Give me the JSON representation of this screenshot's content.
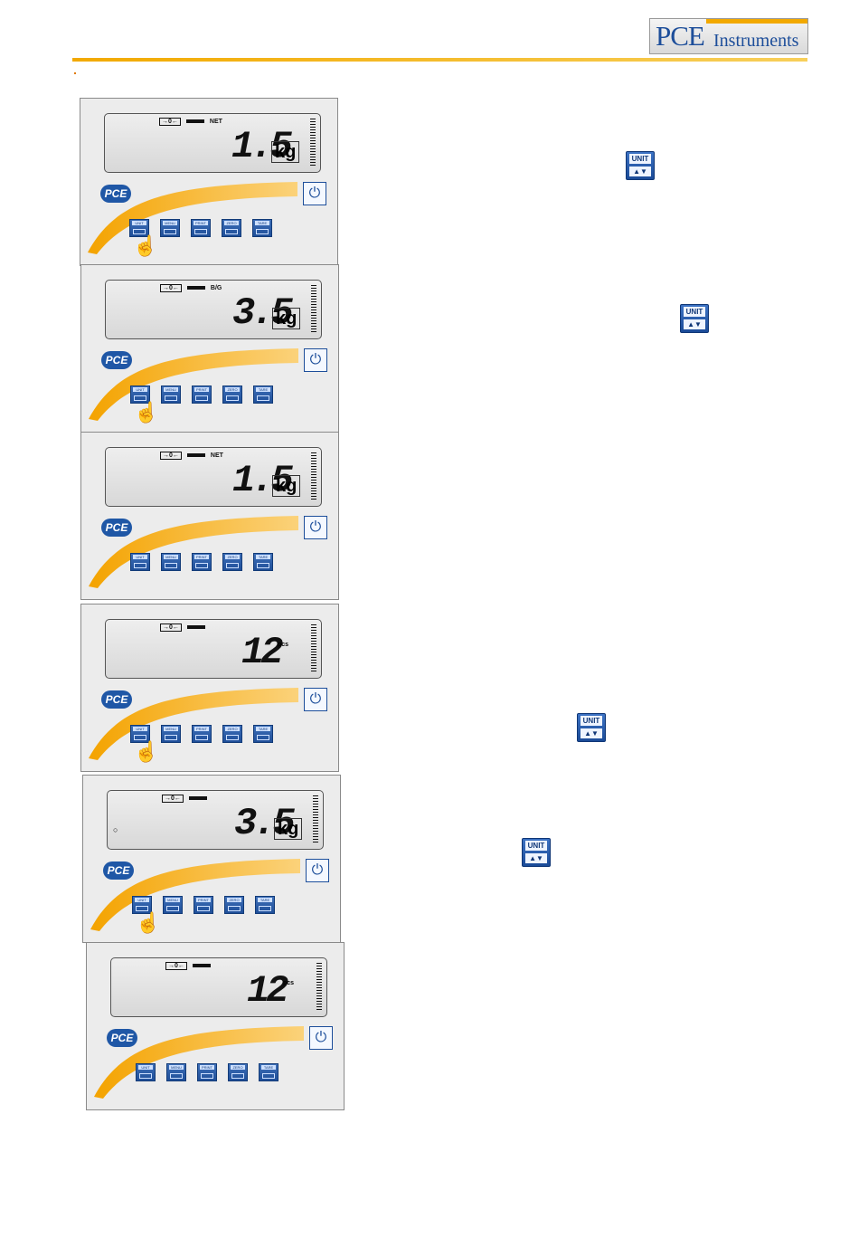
{
  "header": {
    "logo_pce": "PCE",
    "logo_instruments": "Instruments"
  },
  "panels": [
    {
      "indicator": "NET",
      "value": "1.5",
      "unit": "kg",
      "show_hand": true
    },
    {
      "indicator": "B/G",
      "value": "3.5",
      "unit": "kg",
      "show_hand": true
    },
    {
      "indicator": "NET",
      "value": "1.5",
      "unit": "kg",
      "show_hand": false
    },
    {
      "indicator": "",
      "value": "12",
      "unit": "pcs",
      "show_hand": true
    },
    {
      "indicator": "",
      "value": "3.5",
      "unit": "kg",
      "show_hand": true
    },
    {
      "indicator": "",
      "value": "12",
      "unit": "pcs",
      "show_hand": false
    }
  ],
  "badge": "PCE",
  "key_labels": [
    "UNIT",
    "MENU",
    "PRINT",
    "ZERO",
    "TARE"
  ],
  "unit_key": {
    "top": "UNIT",
    "bottom": "▲▼"
  },
  "colors": {
    "brand_blue": "#1d4e9a",
    "accent_orange": "#f2a900"
  }
}
